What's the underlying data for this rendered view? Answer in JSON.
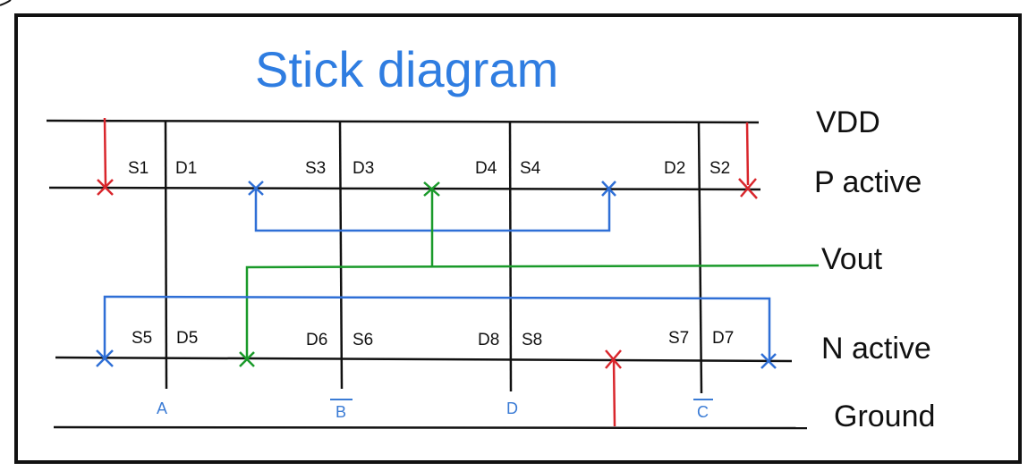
{
  "title": "Stick diagram",
  "rails": {
    "vdd": "VDD",
    "p_active": "P active",
    "vout": "Vout",
    "n_active": "N active",
    "ground": "Ground"
  },
  "p_terminals": [
    "S1",
    "D1",
    "S3",
    "D3",
    "D4",
    "S4",
    "D2",
    "S2"
  ],
  "n_terminals": [
    "S5",
    "D5",
    "D6",
    "S6",
    "D8",
    "S8",
    "S7",
    "D7"
  ],
  "inputs": [
    "A",
    "B",
    "D",
    "C"
  ],
  "colors": {
    "title": "#2f7de1",
    "black_wire": "#111111",
    "red_wire": "#d9262c",
    "blue_wire": "#2f6fd6",
    "green_wire": "#1a9a2a",
    "input_label": "#3a7bd5"
  }
}
